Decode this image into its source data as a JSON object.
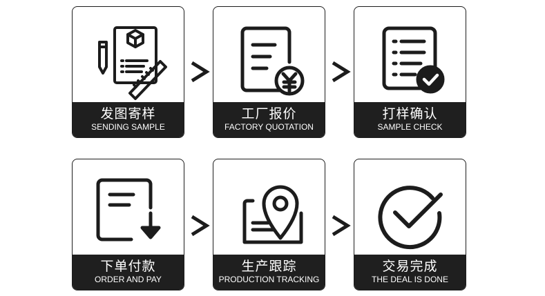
{
  "steps": [
    {
      "cn": "发图寄样",
      "en": "SENDING SAMPLE",
      "icon": "document-ruler-icon"
    },
    {
      "cn": "工厂报价",
      "en": "FACTORY QUOTATION",
      "icon": "quotation-yen-icon"
    },
    {
      "cn": "打样确认",
      "en": "SAMPLE CHECK",
      "icon": "checklist-check-icon"
    },
    {
      "cn": "下单付款",
      "en": "ORDER AND PAY",
      "icon": "order-download-icon"
    },
    {
      "cn": "生产跟踪",
      "en": "PRODUCTION TRACKING",
      "icon": "location-pin-icon"
    },
    {
      "cn": "交易完成",
      "en": "THE DEAL IS DONE",
      "icon": "check-circle-icon"
    }
  ],
  "colors": {
    "caption_bg": "#1f1f1f",
    "icon_stroke": "#1c1c1c",
    "text": "#ffffff"
  }
}
